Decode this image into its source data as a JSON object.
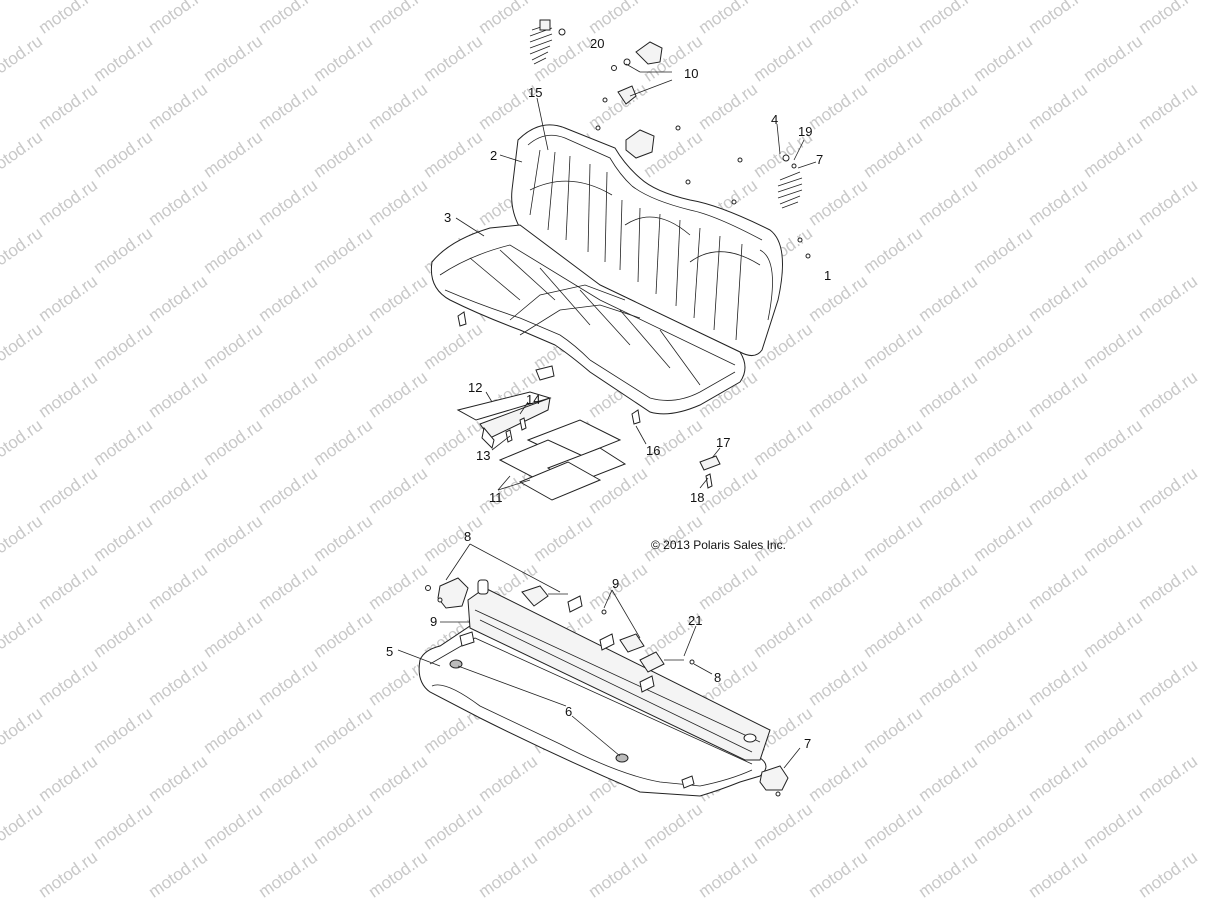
{
  "watermark": "motod.ru",
  "copyright": "© 2013 Polaris Sales Inc.",
  "callouts": {
    "c1": "1",
    "c2": "2",
    "c3": "3",
    "c4": "4",
    "c5": "5",
    "c6": "6",
    "c7a": "7",
    "c7b": "7",
    "c8a": "8",
    "c8b": "8",
    "c9a": "9",
    "c9b": "9",
    "c10": "10",
    "c11": "11",
    "c12": "12",
    "c13": "13",
    "c14": "14",
    "c15": "15",
    "c16": "16",
    "c17": "17",
    "c18": "18",
    "c19": "19",
    "c20": "20",
    "c21": "21"
  }
}
